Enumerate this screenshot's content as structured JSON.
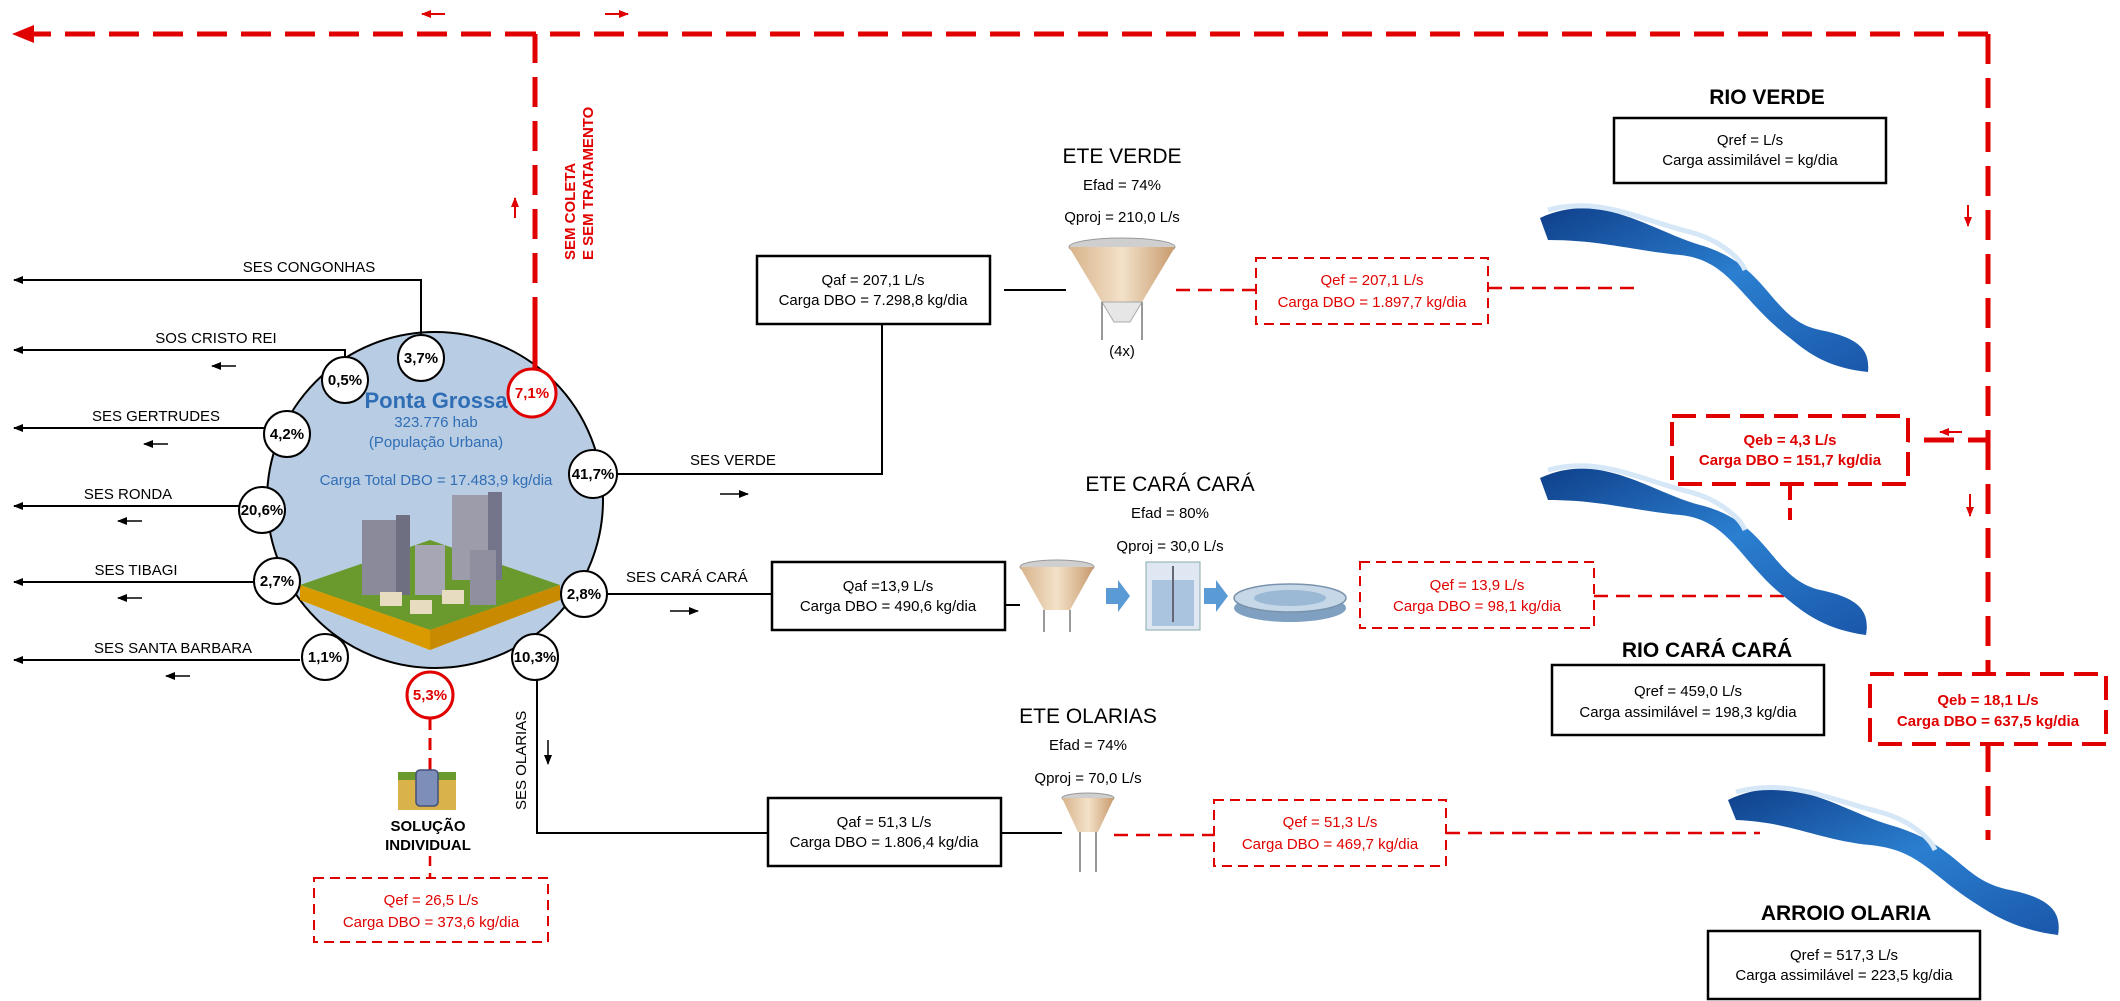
{
  "colors": {
    "red": "#e00000",
    "circle_fill": "#b8cde3",
    "river": "#1e63b8",
    "city_text": "#2f6db5"
  },
  "city": {
    "name": "Ponta Grossa",
    "population": "323.776 hab",
    "population_note": "(População Urbana)",
    "load": "Carga Total DBO = 17.483,9 kg/dia"
  },
  "percentages": {
    "congonhas": "3,7%",
    "cristo_rei": "0,5%",
    "sem_coleta": "7,1%",
    "gertrudes": "4,2%",
    "verde": "41,7%",
    "ronda": "20,6%",
    "tibagi": "2,7%",
    "cara_cara": "2,8%",
    "santa_barbara": "1,1%",
    "olarias": "10,3%",
    "individual": "5,3%"
  },
  "outflows": {
    "congonhas": "SES CONGONHAS",
    "cristo_rei": "SOS CRISTO REI",
    "gertrudes": "SES GERTRUDES",
    "ronda": "SES RONDA",
    "tibagi": "SES TIBAGI",
    "santa_barbara": "SES SANTA BARBARA"
  },
  "sem_coleta": {
    "line1": "SEM COLETA",
    "line2": "E SEM TRATAMENTO"
  },
  "lines": {
    "verde": "SES VERDE",
    "cara_cara": "SES CARÁ CARÁ",
    "olarias": "SES OLARIAS"
  },
  "ete_verde": {
    "title": "ETE VERDE",
    "efad": "Efad = 74%",
    "qproj": "Qproj = 210,0 L/s",
    "units": "(4x)",
    "in_q": "Qaf = 207,1 L/s",
    "in_load": "Carga DBO = 7.298,8 kg/dia",
    "out_q": "Qef = 207,1 L/s",
    "out_load": "Carga DBO = 1.897,7 kg/dia"
  },
  "ete_cara": {
    "title": "ETE CARÁ CARÁ",
    "efad": "Efad = 80%",
    "qproj": "Qproj = 30,0 L/s",
    "in_q": "Qaf =13,9 L/s",
    "in_load": "Carga DBO = 490,6 kg/dia",
    "out_q": "Qef = 13,9 L/s",
    "out_load": "Carga DBO = 98,1 kg/dia"
  },
  "ete_olarias": {
    "title": "ETE OLARIAS",
    "efad": "Efad = 74%",
    "qproj": "Qproj = 70,0 L/s",
    "in_q": "Qaf = 51,3 L/s",
    "in_load": "Carga DBO = 1.806,4 kg/dia",
    "out_q": "Qef = 51,3 L/s",
    "out_load": "Carga DBO = 469,7 kg/dia"
  },
  "individual": {
    "line1": "SOLUÇÃO",
    "line2": "INDIVIDUAL",
    "q": "Qef = 26,5 L/s",
    "load": "Carga DBO = 373,6 kg/dia"
  },
  "rio_verde": {
    "title": "RIO VERDE",
    "q": "Qref =  L/s",
    "load": "Carga assimilável =  kg/dia"
  },
  "rio_cara": {
    "title": "RIO CARÁ CARÁ",
    "q": "Qref = 459,0 L/s",
    "load": "Carga assimilável = 198,3 kg/dia"
  },
  "arroio": {
    "title": "ARROIO OLARIA",
    "q": "Qref = 517,3 L/s",
    "load": "Carga assimilável = 223,5 kg/dia"
  },
  "qeb_1": {
    "q": "Qeb = 4,3 L/s",
    "load": "Carga DBO = 151,7 kg/dia"
  },
  "qeb_2": {
    "q": "Qeb = 18,1 L/s",
    "load": "Carga DBO = 637,5 kg/dia"
  }
}
